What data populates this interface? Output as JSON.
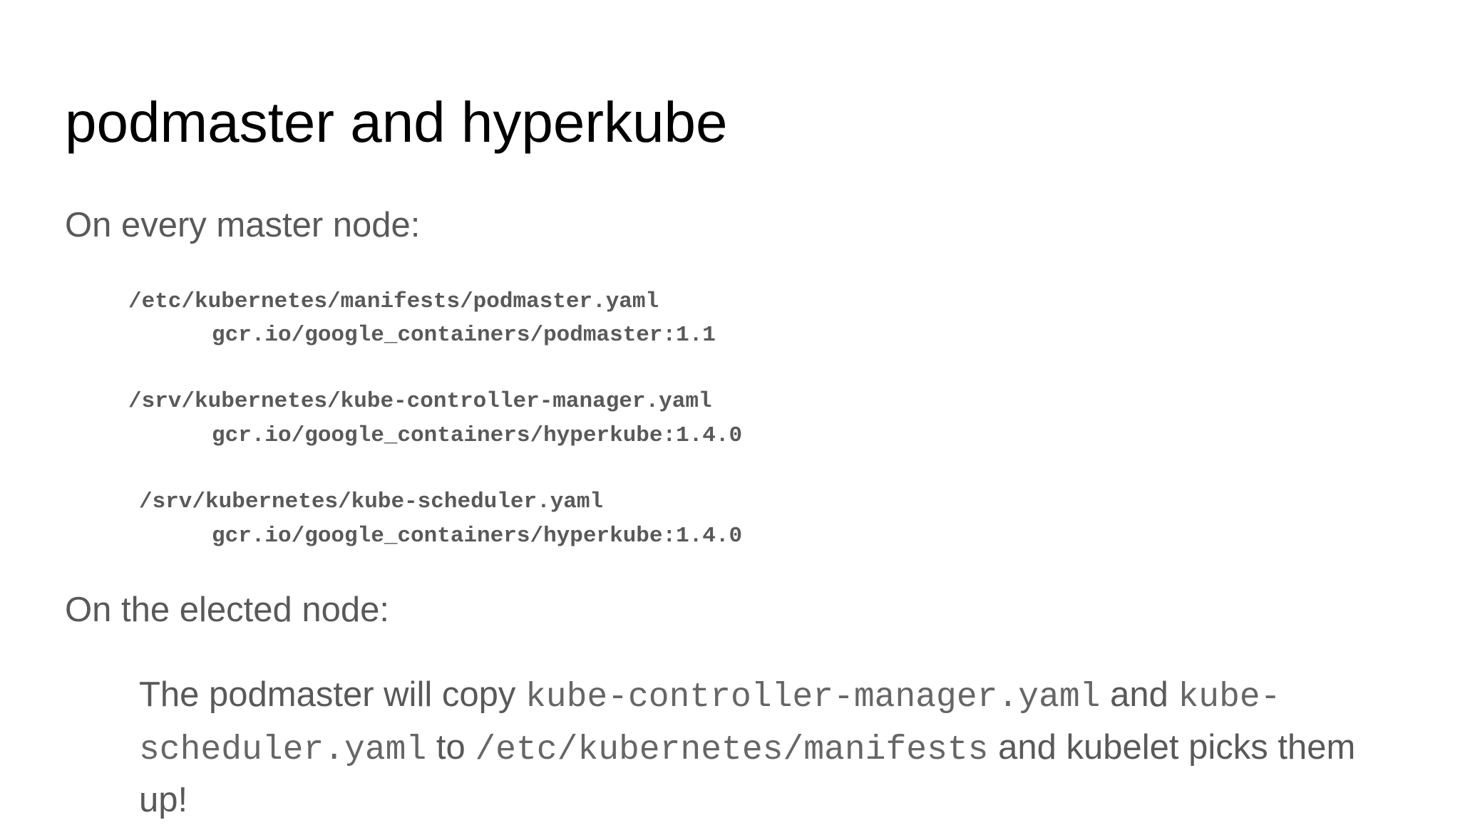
{
  "slide": {
    "title": "podmaster and hyperkube",
    "section1_heading": "On every master node:",
    "manifests": [
      {
        "path": "/etc/kubernetes/manifests/podmaster.yaml",
        "image": "gcr.io/google_containers/podmaster:1.1"
      },
      {
        "path": "/srv/kubernetes/kube-controller-manager.yaml",
        "image": "gcr.io/google_containers/hyperkube:1.4.0"
      },
      {
        "path": "/srv/kubernetes/kube-scheduler.yaml",
        "image": "gcr.io/google_containers/hyperkube:1.4.0"
      }
    ],
    "section2_heading": "On the elected node:",
    "paragraph": {
      "part1": "The podmaster will copy ",
      "code1": "kube-controller-manager.yaml",
      "part2": " and ",
      "code2": "kube-scheduler.yaml",
      "part3": " to ",
      "code3": "/etc/kubernetes/manifests",
      "part4": " and kubelet picks them up!"
    }
  }
}
